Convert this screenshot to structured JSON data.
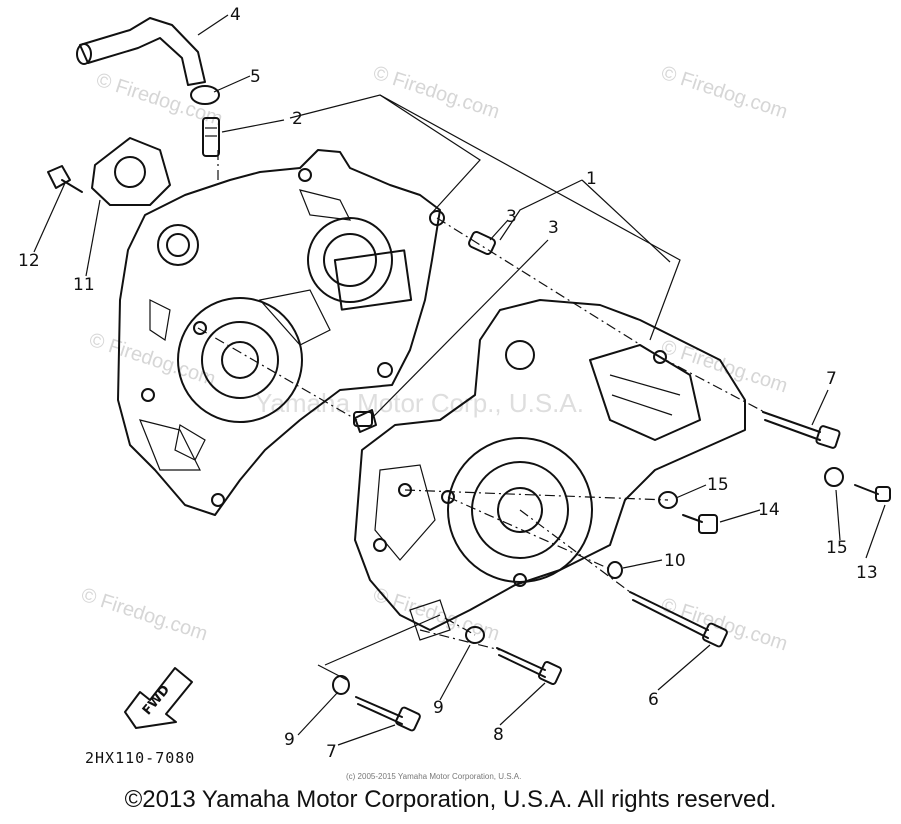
{
  "labels": {
    "l1": "1",
    "l2": "2",
    "l3a": "3",
    "l3b": "3",
    "l4": "4",
    "l5": "5",
    "l6": "6",
    "l7a": "7",
    "l7b": "7",
    "l8": "8",
    "l9a": "9",
    "l9b": "9",
    "l10": "10",
    "l11": "11",
    "l12": "12",
    "l13": "13",
    "l14": "14",
    "l15a": "15",
    "l15b": "15"
  },
  "fwd_label": "FWD",
  "part_code": "2HX110-7080",
  "small_credit": "(c) 2005-2015 Yamaha Motor Corporation, U.S.A.",
  "copyright": "©2013 Yamaha Motor Corporation, U.S.A. All rights reserved.",
  "watermarks": {
    "w1": "© Firedog.com",
    "w2": "© Firedog.com",
    "w3": "© Firedog.com",
    "w4": "© Firedog.com",
    "w5": "© Firedog.com",
    "w6": "© Firedog.com",
    "w7": "© Firedog.com",
    "w8": "© Firedog.com",
    "ghost": "Yamaha Motor Corp., U.S.A."
  }
}
